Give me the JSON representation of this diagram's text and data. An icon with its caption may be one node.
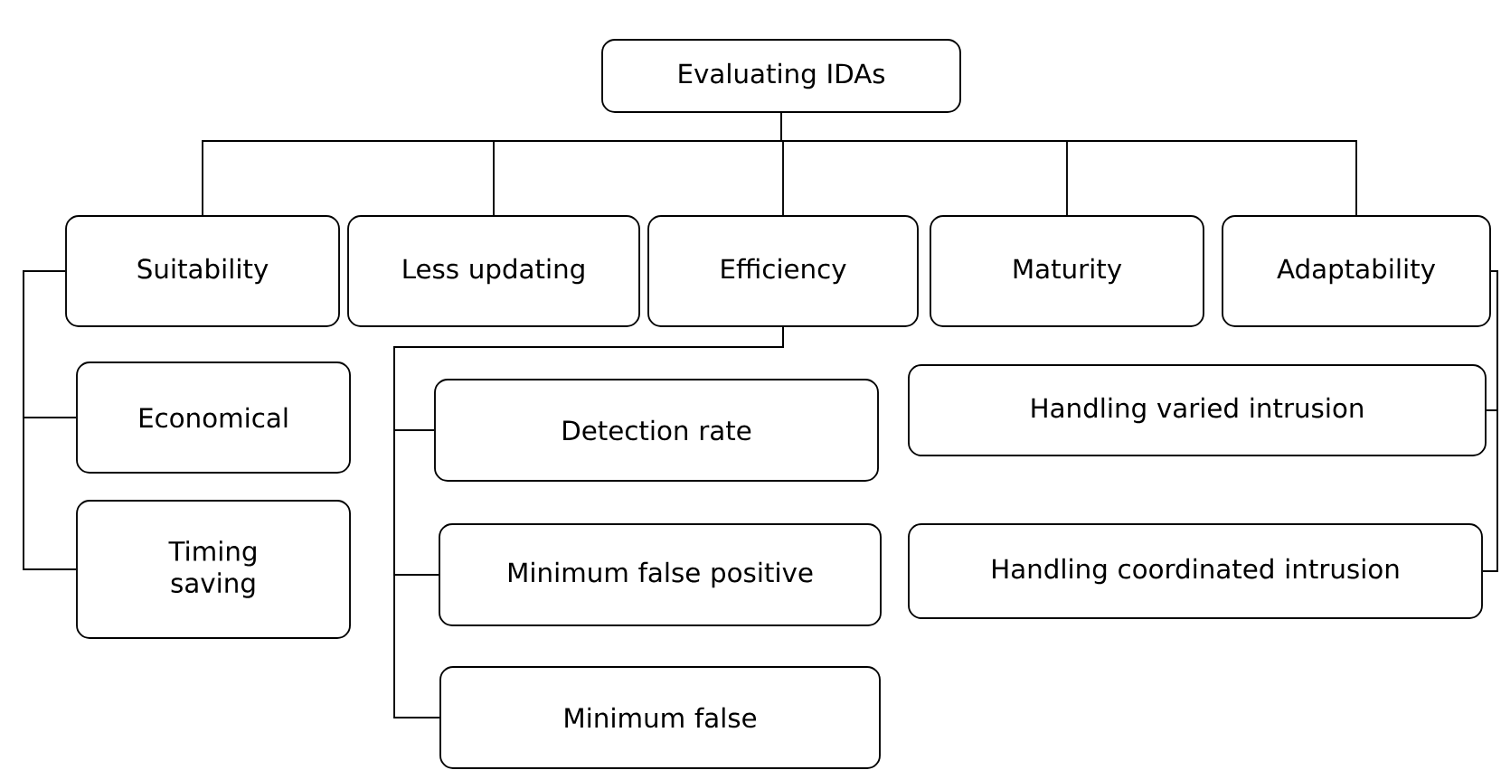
{
  "diagram": {
    "nodes": [
      {
        "text": [
          "Evaluating IDAs"
        ]
      },
      {
        "text": [
          "Suitability"
        ]
      },
      {
        "text": [
          "Less updating"
        ]
      },
      {
        "text": [
          "Efficiency"
        ]
      },
      {
        "text": [
          "Maturity"
        ]
      },
      {
        "text": [
          "Adaptability"
        ]
      },
      {
        "text": [
          "Economical"
        ]
      },
      {
        "text": [
          "Timing saving"
        ]
      },
      {
        "text": [
          "Detection rate"
        ]
      },
      {
        "text": [
          "Minimum false positive"
        ]
      },
      {
        "text": [
          "Minimum false"
        ]
      },
      {
        "text": [
          "Handling varied intrusion"
        ]
      },
      {
        "text": [
          "Handling coordinated intrusion"
        ]
      }
    ],
    "edges": [
      {
        "from": 0,
        "to": 1,
        "arrow": "none"
      },
      {
        "from": 0,
        "to": 2,
        "arrow": "none"
      },
      {
        "from": 0,
        "to": 3,
        "arrow": "none"
      },
      {
        "from": 0,
        "to": 4,
        "arrow": "none"
      },
      {
        "from": 0,
        "to": 5,
        "arrow": "none"
      },
      {
        "from": 1,
        "to": 6,
        "arrow": "none"
      },
      {
        "from": 1,
        "to": 7,
        "arrow": "none"
      },
      {
        "from": 3,
        "to": 8,
        "arrow": "none"
      },
      {
        "from": 3,
        "to": 9,
        "arrow": "none"
      },
      {
        "from": 3,
        "to": 10,
        "arrow": "none"
      },
      {
        "from": 5,
        "to": 11,
        "arrow": "none"
      },
      {
        "from": 5,
        "to": 12,
        "arrow": "none"
      }
    ]
  }
}
